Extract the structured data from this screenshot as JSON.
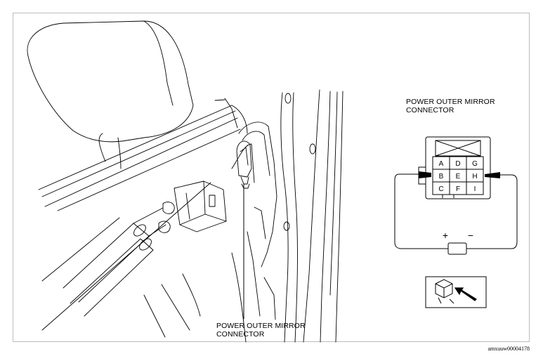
{
  "callout_top": {
    "line1": "POWER OUTER MIRROR",
    "line2": "CONNECTOR"
  },
  "callout_bottom": {
    "line1": "POWER OUTER MIRROR",
    "line2": "CONNECTOR"
  },
  "connector_pins": [
    [
      "A",
      "D",
      "G"
    ],
    [
      "B",
      "E",
      "H"
    ],
    [
      "C",
      "F",
      "I"
    ]
  ],
  "meter_plus": "+",
  "meter_minus": "−",
  "image_code": "amxuuw00004178"
}
